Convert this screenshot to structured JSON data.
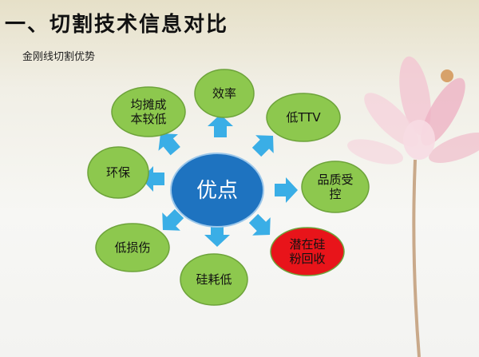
{
  "slide": {
    "title": "一、切割技术信息对比",
    "subtitle": "金刚线切割优势"
  },
  "diagram": {
    "center": "优点",
    "nodes": [
      {
        "lines": [
          "效率"
        ],
        "color": "#8dc84e"
      },
      {
        "lines": [
          "均摊成",
          "本较低"
        ],
        "color": "#8dc84e"
      },
      {
        "lines": [
          "低TTV"
        ],
        "color": "#8dc84e"
      },
      {
        "lines": [
          "环保"
        ],
        "color": "#8dc84e"
      },
      {
        "lines": [
          "品质受",
          "控"
        ],
        "color": "#8dc84e"
      },
      {
        "lines": [
          "低损伤"
        ],
        "color": "#8dc84e"
      },
      {
        "lines": [
          "硅耗低"
        ],
        "color": "#8dc84e"
      },
      {
        "lines": [
          "潜在硅",
          "粉回收"
        ],
        "color": "#e8141a"
      }
    ],
    "center_color": "#1e73c0",
    "arrow_color": "#3aaee6"
  }
}
